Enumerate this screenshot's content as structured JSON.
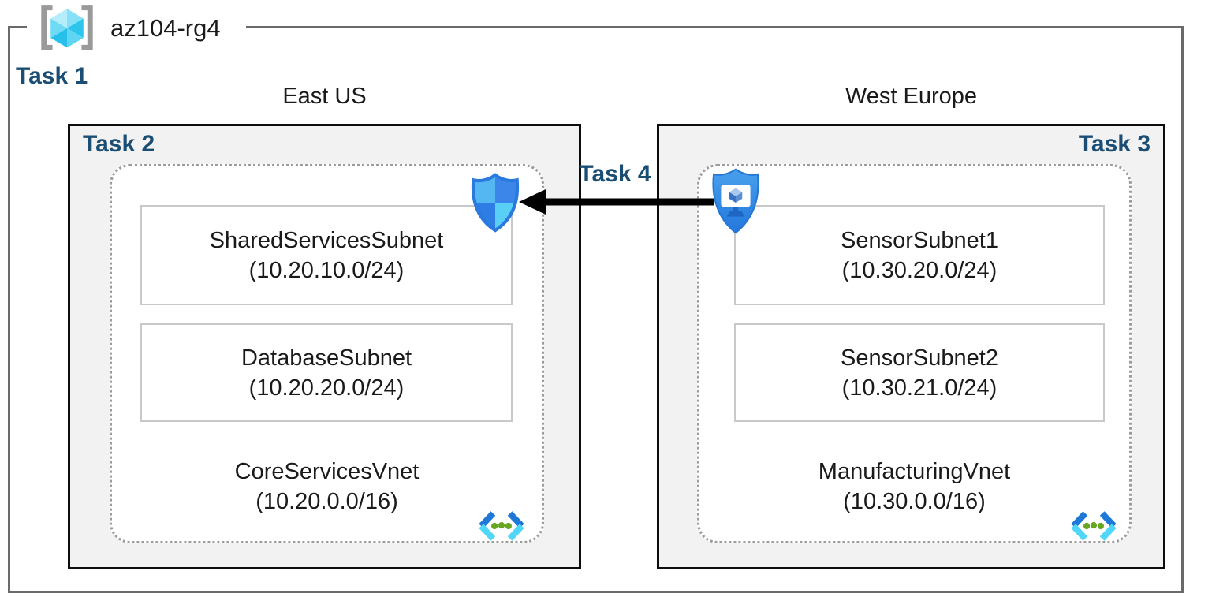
{
  "diagram_title": "az104-rg4",
  "colors": {
    "task_label": "#1b4e74",
    "outer_border": "#6a6a6a",
    "region_border": "#0d0d0d",
    "region_fill": "#f2f2f2",
    "vnet_dotted_border": "#9c9c9c",
    "subnet_border": "#c9c9c9",
    "arrow": "#000000",
    "rg_bracket_gray": "#9a9a9a",
    "cube_cyan": "#5fd4f3",
    "shield_blue": "#2e7de5",
    "vnet_icon_blue": "#1e78d7",
    "vnet_icon_cyan": "#50d6f8",
    "vnet_icon_green": "#66a620"
  },
  "resource_group": {
    "icon": "resource-group-icon",
    "name": "az104-rg4",
    "task_label": "Task 1"
  },
  "regions": [
    {
      "title": "East US",
      "task_label": "Task 2",
      "vnet_name": "CoreServicesVnet",
      "vnet_cidr": "(10.20.0.0/16)",
      "vnet_icon": "virtual-network-icon",
      "badge_icon": "network-security-group-shield-icon",
      "subnets": [
        {
          "name": "SharedServicesSubnet",
          "cidr": "(10.20.10.0/24)"
        },
        {
          "name": "DatabaseSubnet",
          "cidr": "(10.20.20.0/24)"
        }
      ]
    },
    {
      "title": "West Europe",
      "task_label": "Task 3",
      "vnet_name": "ManufacturingVnet",
      "vnet_cidr": "(10.30.0.0/16)",
      "vnet_icon": "virtual-network-icon",
      "badge_icon": "protected-vm-shield-icon",
      "subnets": [
        {
          "name": "SensorSubnet1",
          "cidr": "(10.30.20.0/24)"
        },
        {
          "name": "SensorSubnet2",
          "cidr": "(10.30.21.0/24)"
        }
      ]
    }
  ],
  "connection": {
    "label": "Task 4",
    "icon": "arrow-left-icon",
    "direction": "west-europe-to-east-us"
  }
}
